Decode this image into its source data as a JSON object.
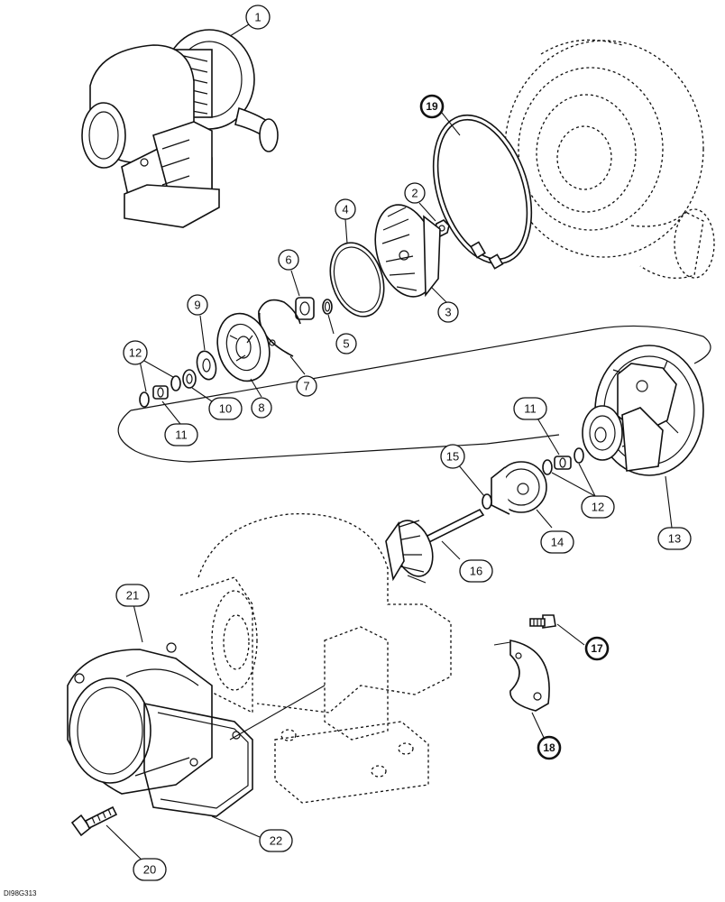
{
  "callouts": {
    "c1": "1",
    "c2": "2",
    "c3": "3",
    "c4": "4",
    "c5": "5",
    "c6": "6",
    "c7": "7",
    "c8": "8",
    "c9": "9",
    "c10": "10",
    "c11a": "11",
    "c11b": "11",
    "c12a": "12",
    "c12b": "12",
    "c13": "13",
    "c14": "14",
    "c15": "15",
    "c16": "16",
    "c17": "17",
    "c18": "18",
    "c19": "19",
    "c20": "20",
    "c21": "21",
    "c22": "22"
  },
  "drawing_code": "DI98G313"
}
